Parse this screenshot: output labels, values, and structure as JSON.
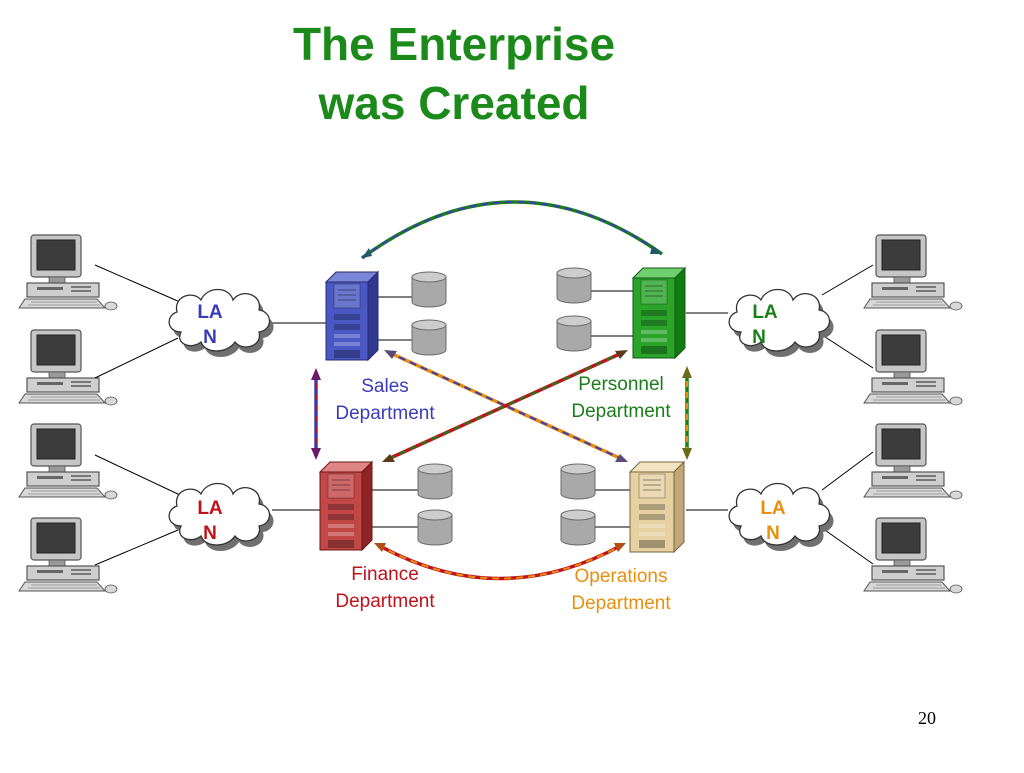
{
  "slide": {
    "title_line1": "The Enterprise",
    "title_line2": "was Created",
    "page_number": "20"
  },
  "colors": {
    "title": "#1b8a1b",
    "sales": "#3b3bb8",
    "personnel": "#1a7f1a",
    "finance": "#c0121b",
    "operations": "#e8900e",
    "cloud_fill": "#ffffff",
    "cloud_shadow": "#6e6e6e",
    "disk": "#a8a8a8",
    "computer": "#b8b8b8"
  },
  "departments": {
    "sales": {
      "line1": "Sales",
      "line2": "Department"
    },
    "personnel": {
      "line1": "Personnel",
      "line2": "Department"
    },
    "finance": {
      "line1": "Finance",
      "line2": "Department"
    },
    "operations": {
      "line1": "Operations",
      "line2": "Department"
    }
  },
  "lans": {
    "sales": {
      "line1": "LA",
      "line2": "N"
    },
    "personnel": {
      "line1": "LA",
      "line2": "N"
    },
    "finance": {
      "line1": "LA",
      "line2": "N"
    },
    "operations": {
      "line1": "LA",
      "line2": "N"
    }
  },
  "icons": {
    "server": "server-icon",
    "disk": "database-disk-icon",
    "cloud": "lan-cloud-icon",
    "computer": "desktop-computer-icon"
  }
}
